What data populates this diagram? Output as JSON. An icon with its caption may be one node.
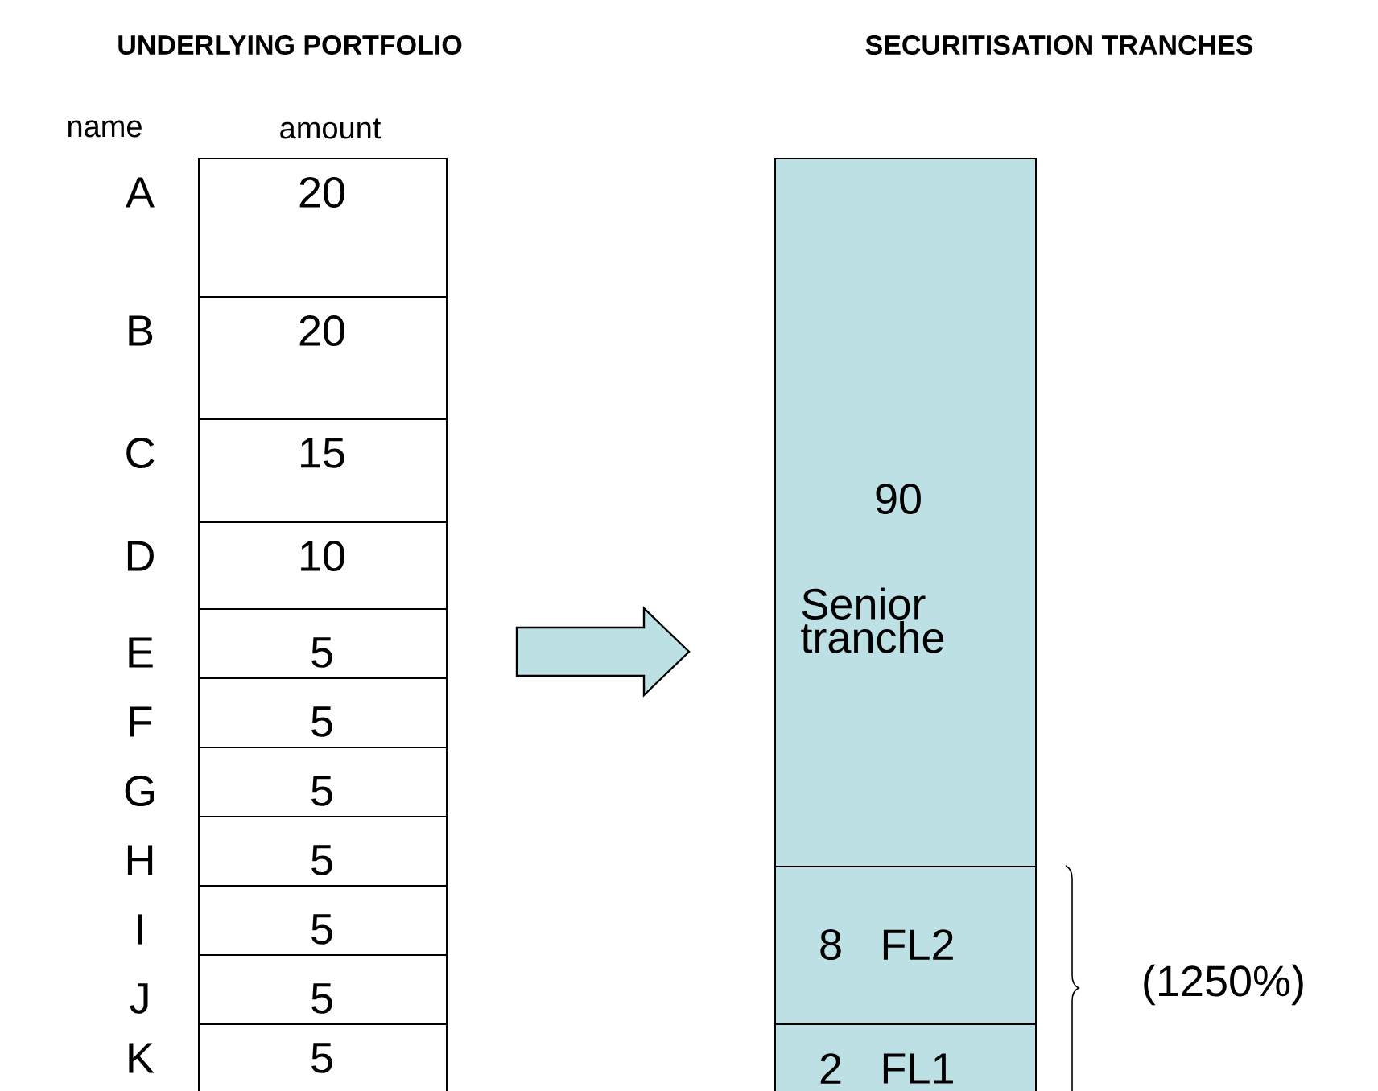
{
  "diagram": {
    "nodes": [
      {
        "text": [
          "20"
        ],
        "beside": [
          "A"
        ]
      },
      {
        "text": [
          "20"
        ],
        "beside": [
          "B"
        ]
      },
      {
        "text": [
          "15"
        ],
        "beside": [
          "C"
        ]
      },
      {
        "text": [
          "10"
        ],
        "beside": [
          "D"
        ]
      },
      {
        "text": [
          "5"
        ],
        "beside": [
          "E"
        ]
      },
      {
        "text": [
          "5"
        ],
        "beside": [
          "F"
        ]
      },
      {
        "text": [
          "5"
        ],
        "beside": [
          "G"
        ]
      },
      {
        "text": [
          "5"
        ],
        "beside": [
          "H"
        ]
      },
      {
        "text": [
          "5"
        ],
        "beside": [
          "I"
        ]
      },
      {
        "text": [
          "5"
        ],
        "beside": [
          "J"
        ]
      },
      {
        "text": [
          "5"
        ],
        "beside": [
          "K"
        ]
      },
      {
        "text": [
          "90",
          "Senior tranche"
        ]
      },
      {
        "text": [
          "8",
          "FL2"
        ]
      },
      {
        "text": [
          "2",
          "FL1"
        ]
      }
    ],
    "edges": [
      {
        "from": 4,
        "to": 11,
        "arrow": "to",
        "style": "thick"
      }
    ],
    "labels": [
      "UNDERLYING PORTFOLIO",
      "SECURITISATION TRANCHES",
      "name",
      "amount",
      "(1250%)"
    ]
  }
}
